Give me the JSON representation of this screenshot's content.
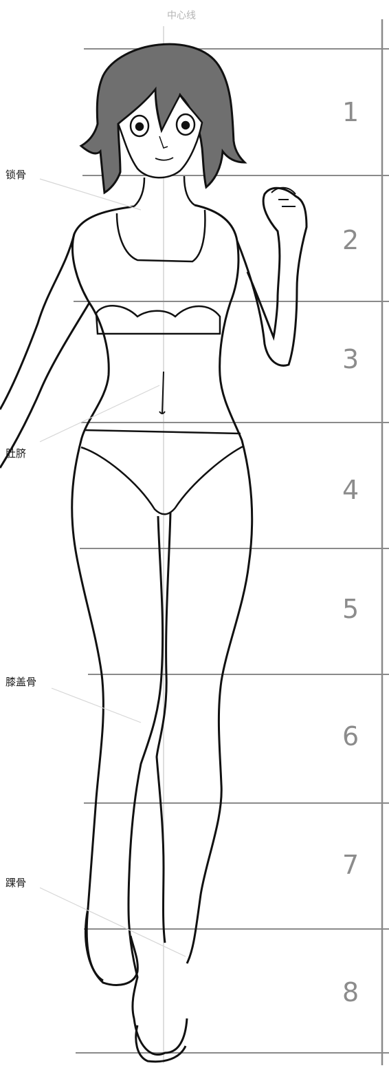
{
  "centerline_label": "中心线",
  "proportion_numbers": [
    "1",
    "2",
    "3",
    "4",
    "5",
    "6",
    "7",
    "8"
  ],
  "anatomy_labels": {
    "clavicle": "锁骨",
    "navel": "肚脐",
    "kneecap": "膝盖骨",
    "ankle": "踝骨"
  },
  "colors": {
    "grid_line": "#8a8a8a",
    "centerline": "#bdbdbd",
    "hair": "#6f6f6f",
    "outline": "#111111"
  }
}
